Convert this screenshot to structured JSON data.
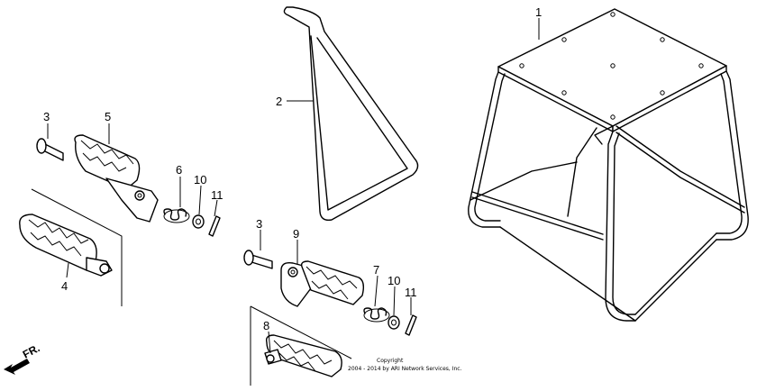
{
  "callouts": [
    {
      "id": "1",
      "label": "1"
    },
    {
      "id": "2",
      "label": "2"
    },
    {
      "id": "3a",
      "label": "3"
    },
    {
      "id": "3b",
      "label": "3"
    },
    {
      "id": "4",
      "label": "4"
    },
    {
      "id": "5",
      "label": "5"
    },
    {
      "id": "6",
      "label": "6"
    },
    {
      "id": "7",
      "label": "7"
    },
    {
      "id": "8",
      "label": "8"
    },
    {
      "id": "9",
      "label": "9"
    },
    {
      "id": "10a",
      "label": "10"
    },
    {
      "id": "10b",
      "label": "10"
    },
    {
      "id": "11a",
      "label": "11"
    },
    {
      "id": "11b",
      "label": "11"
    }
  ],
  "copyright": {
    "line1": "Copyright",
    "line2": "2004 - 2014 by ARI Network Services, Inc."
  },
  "direction": {
    "label": "FR.",
    "icon": "front-direction-arrow-icon"
  }
}
